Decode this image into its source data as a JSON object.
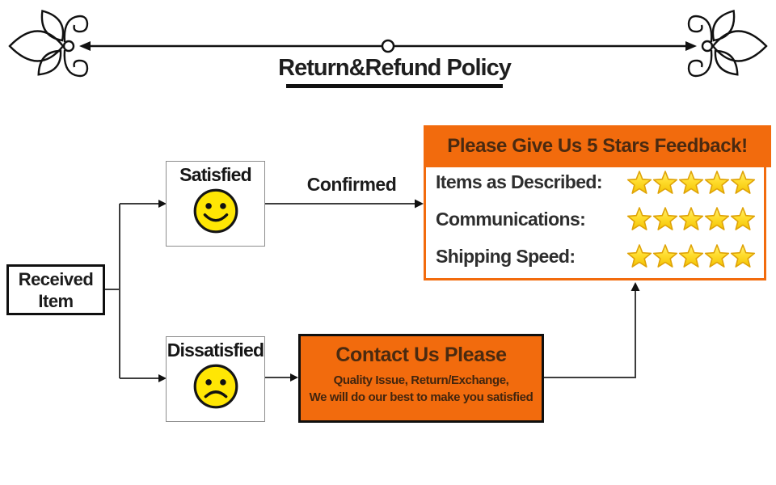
{
  "header": {
    "title": "Return&Refund Policy"
  },
  "flowchart": {
    "received_label": "Received Item",
    "satisfied_label": "Satisfied",
    "dissatisfied_label": "Dissatisfied",
    "confirmed_label": "Confirmed"
  },
  "feedback": {
    "title": "Please Give Us 5 Stars Feedback!",
    "rows": [
      {
        "label": "Items as Described:",
        "stars": 5
      },
      {
        "label": "Communications:",
        "stars": 5
      },
      {
        "label": "Shipping Speed:",
        "stars": 5
      }
    ]
  },
  "contact": {
    "title": "Contact Us Please",
    "line1": "Quality Issue, Return/Exchange,",
    "line2": "We will do our best to make you satisfied"
  },
  "colors": {
    "accent_orange": "#F26B0D",
    "dark_brown_text": "#4A2A10",
    "star_gold": "#FFD81C",
    "smiley_yellow": "#FFE604",
    "line_color": "#3d3d3d",
    "title_color": "#1E1E1E"
  }
}
